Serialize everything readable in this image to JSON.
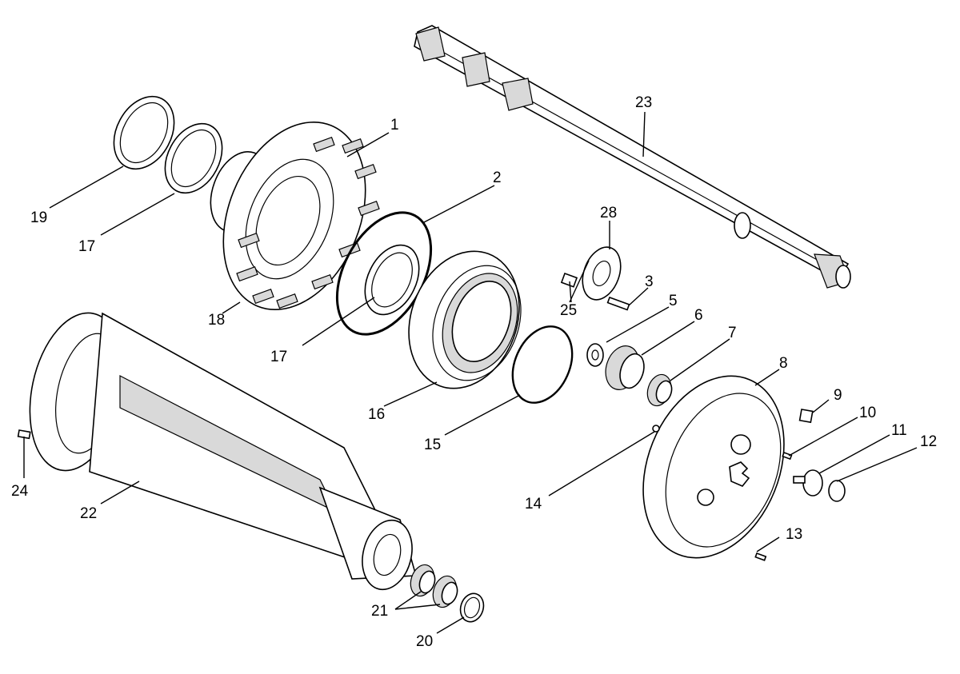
{
  "callouts": [
    {
      "id": "c1",
      "text": "1"
    },
    {
      "id": "c2",
      "text": "2"
    },
    {
      "id": "c3",
      "text": "3"
    },
    {
      "id": "c5",
      "text": "5"
    },
    {
      "id": "c6",
      "text": "6"
    },
    {
      "id": "c7",
      "text": "7"
    },
    {
      "id": "c8",
      "text": "8"
    },
    {
      "id": "c9",
      "text": "9"
    },
    {
      "id": "c10",
      "text": "10"
    },
    {
      "id": "c11",
      "text": "11"
    },
    {
      "id": "c12",
      "text": "12"
    },
    {
      "id": "c13",
      "text": "13"
    },
    {
      "id": "c14",
      "text": "14"
    },
    {
      "id": "c15",
      "text": "15"
    },
    {
      "id": "c16",
      "text": "16"
    },
    {
      "id": "c17a",
      "text": "17"
    },
    {
      "id": "c17b",
      "text": "17"
    },
    {
      "id": "c18",
      "text": "18"
    },
    {
      "id": "c19",
      "text": "19"
    },
    {
      "id": "c20",
      "text": "20"
    },
    {
      "id": "c21",
      "text": "21"
    },
    {
      "id": "c22",
      "text": "22"
    },
    {
      "id": "c23",
      "text": "23"
    },
    {
      "id": "c24",
      "text": "24"
    },
    {
      "id": "c25",
      "text": "25"
    },
    {
      "id": "c28",
      "text": "28"
    }
  ],
  "colors": {
    "line": "#000000",
    "background": "#ffffff",
    "shade": "#d9d9d9"
  }
}
